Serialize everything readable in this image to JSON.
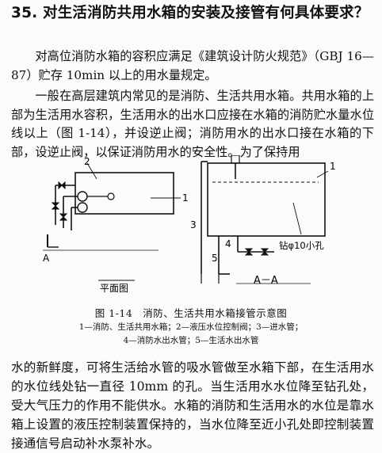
{
  "heading": {
    "number": "35.",
    "title": "对生活消防共用水箱的安装及接管有何具体要求？"
  },
  "paragraphs": [
    "对高位消防水箱的容积应满足《建筑设计防火规范》（GBJ 16—87）贮存 10min 以上的用水量规定。",
    "一般在高层建筑内常见的是消防、生活共用水箱。共用水箱的上部为生活用水容积，生活用水的出水口应接在水箱的消防贮水量水位线以上（图 1-14），并设逆止阀；消防用水的出水口接在水箱的下部，设逆止阀，以保证消防用水的安全性。为了保持用",
    "水的新鲜度，可将生活给水管的吸水管做至水箱下部，在生活用水的水位线处钻一直径 10mm 的孔。当生活用水水位降至钻孔处，受大气压力的作用不能供水。水箱的消防和生活用水的水位是靠水箱上设置的液压控制装置保持的，当水位降至近小孔处即控制装置接通信号启动补水泵补水。"
  ],
  "figure": {
    "plan_label": "平面图",
    "section_label": "A－A",
    "section_marker": "A",
    "hole_label": "钻φ10小孔",
    "callouts": {
      "c1": "1",
      "c2": "2",
      "c3": "3",
      "c4": "4",
      "c5": "5"
    },
    "caption_title": "图 1-14　消防、生活共用水箱接管示意图",
    "legend_line1": "1—消防、生活共用水箱；2—液压水位控制阀；3—进水管；",
    "legend_line2": "4—消防水出水管；5—生活水出水管"
  }
}
